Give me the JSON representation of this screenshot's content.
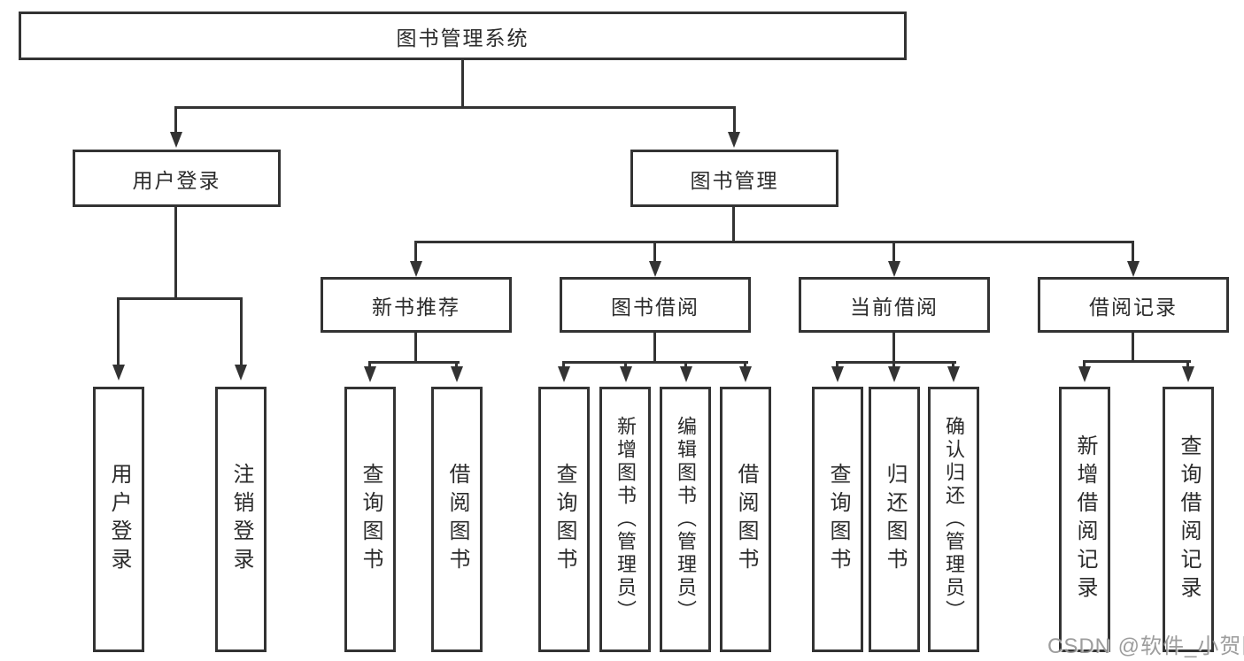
{
  "diagram": {
    "root": {
      "label": "图书管理系统"
    },
    "level2": [
      {
        "label": "用户登录"
      },
      {
        "label": "图书管理"
      }
    ],
    "level3": [
      {
        "label": "新书推荐"
      },
      {
        "label": "图书借阅"
      },
      {
        "label": "当前借阅"
      },
      {
        "label": "借阅记录"
      }
    ],
    "leaves": [
      {
        "label": "用户登录"
      },
      {
        "label": "注销登录"
      },
      {
        "label": "查询图书"
      },
      {
        "label": "借阅图书"
      },
      {
        "label": "查询图书"
      },
      {
        "label": "新增图书（管理员）"
      },
      {
        "label": "编辑图书（管理员）"
      },
      {
        "label": "借阅图书"
      },
      {
        "label": "查询图书"
      },
      {
        "label": "归还图书"
      },
      {
        "label": "确认归还（管理员）"
      },
      {
        "label": "新增借阅记录"
      },
      {
        "label": "查询借阅记录"
      }
    ]
  },
  "watermark": {
    "text": "CSDN @软件_小贺同学"
  },
  "colors": {
    "line": "#333333",
    "text": "#2b2b2b",
    "background": "#ffffff",
    "watermark": "#8c8c8c"
  }
}
